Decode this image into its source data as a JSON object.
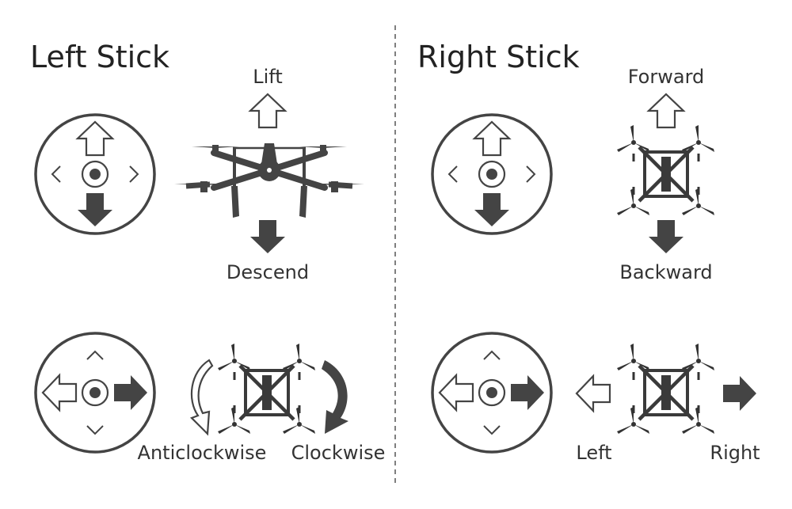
{
  "left_panel": {
    "title": "Left Stick",
    "labels": {
      "lift": "Lift",
      "descend": "Descend",
      "anticlockwise": "Anticlockwise",
      "clockwise": "Clockwise"
    }
  },
  "right_panel": {
    "title": "Right Stick",
    "labels": {
      "forward": "Forward",
      "backward": "Backward",
      "left": "Left",
      "right": "Right"
    }
  },
  "colors": {
    "ink": "#444444",
    "background": "#ffffff"
  }
}
